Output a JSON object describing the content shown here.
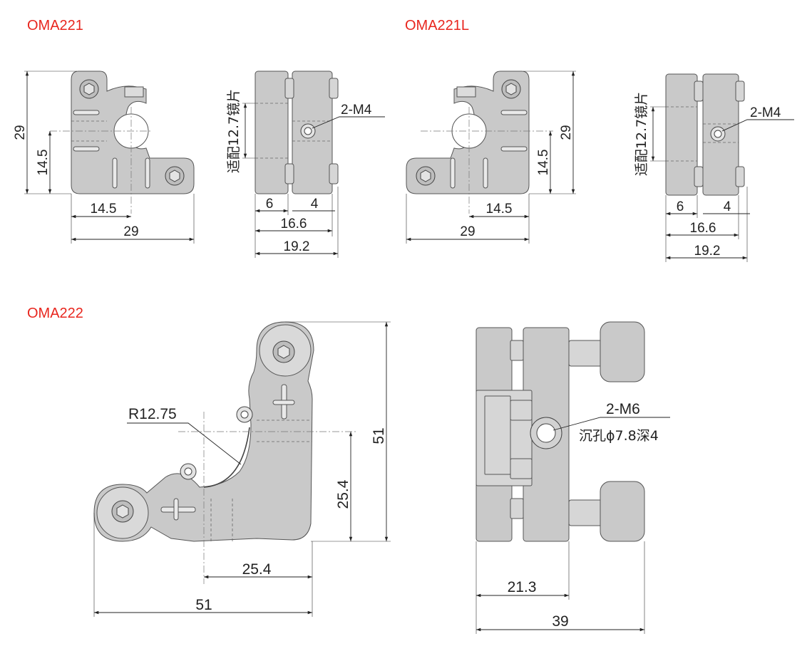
{
  "models": {
    "oma221": {
      "title": "OMA221",
      "front": {
        "height": "29",
        "center_height": "14.5",
        "center_width": "14.5",
        "width": "29"
      },
      "side": {
        "mirror_note": "适配12.7镜片",
        "thread": "2-M4",
        "d1": "6",
        "d2": "4",
        "d3": "16.6",
        "d4": "19.2"
      }
    },
    "oma221l": {
      "title": "OMA221L",
      "front": {
        "height": "29",
        "center_height": "14.5",
        "center_width": "14.5",
        "width": "29"
      },
      "side": {
        "mirror_note": "适配12.7镜片",
        "thread": "2-M4",
        "d1": "6",
        "d2": "4",
        "d3": "16.6",
        "d4": "19.2"
      }
    },
    "oma222": {
      "title": "OMA222",
      "front": {
        "radius": "R12.75",
        "height": "51",
        "center_height": "25.4",
        "center_width": "25.4",
        "width": "51"
      },
      "side": {
        "thread": "2-M6",
        "counterbore": "沉孔ϕ7.8深4",
        "d1": "21.3",
        "d2": "39"
      }
    }
  }
}
